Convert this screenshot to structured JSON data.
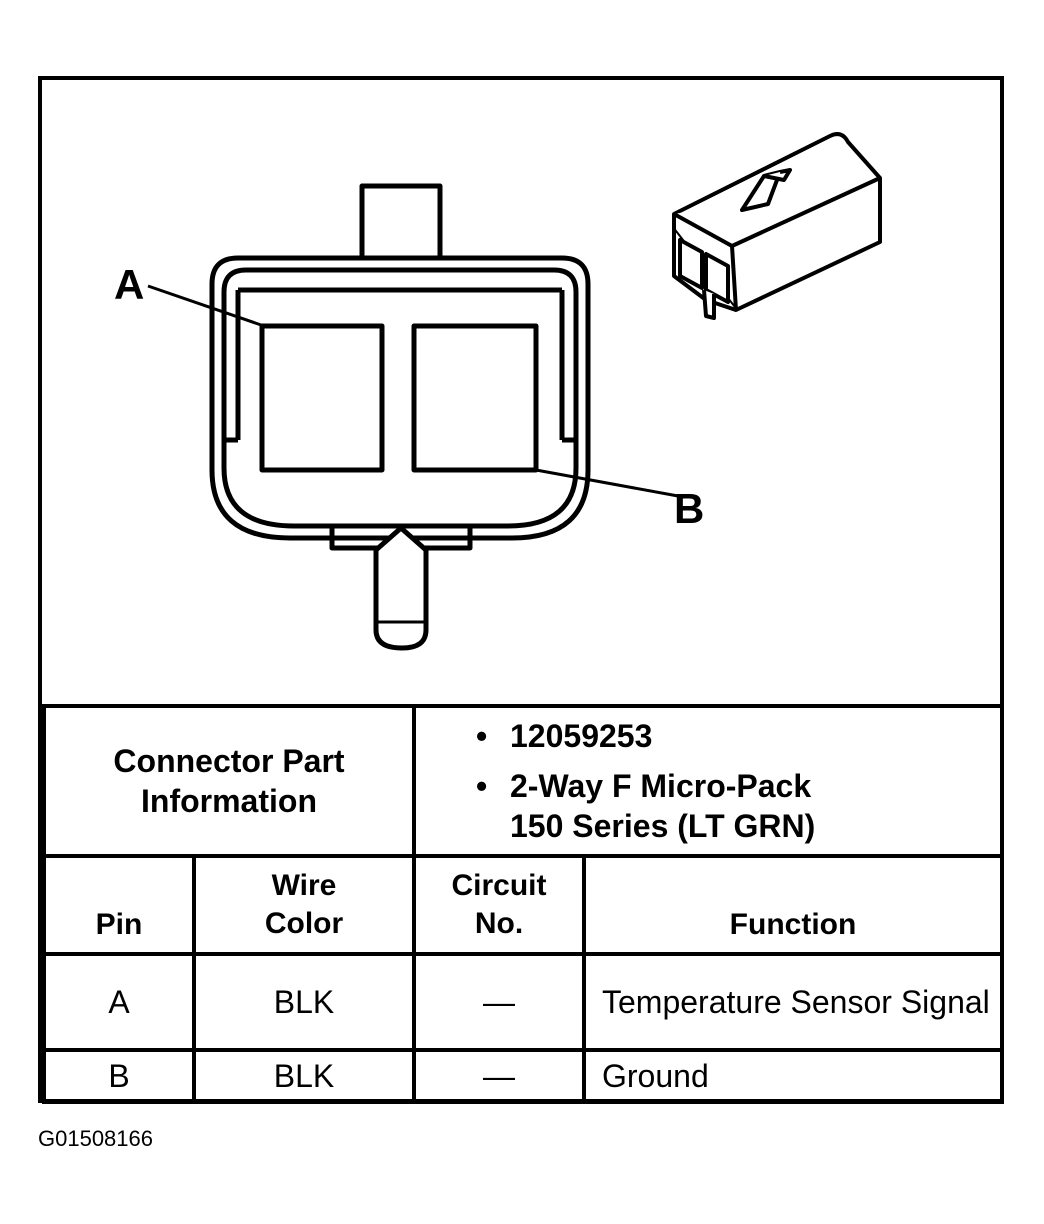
{
  "callouts": {
    "pin_a": "A",
    "pin_b": "B"
  },
  "connector_info": {
    "label": "Connector Part Information",
    "bullet": "•",
    "items": [
      "12059253",
      "2-Way F Micro-Pack",
      "150 Series (LT GRN)"
    ]
  },
  "table": {
    "headers": {
      "pin": "Pin",
      "wire_color": "Wire Color",
      "circuit_no": "Circuit No.",
      "function": "Function"
    },
    "rows": [
      {
        "pin": "A",
        "wire_color": "BLK",
        "circuit_no": "—",
        "function": "Temperature Sensor Signal"
      },
      {
        "pin": "B",
        "wire_color": "BLK",
        "circuit_no": "—",
        "function": "Ground"
      }
    ]
  },
  "ref_code": "G01508166"
}
